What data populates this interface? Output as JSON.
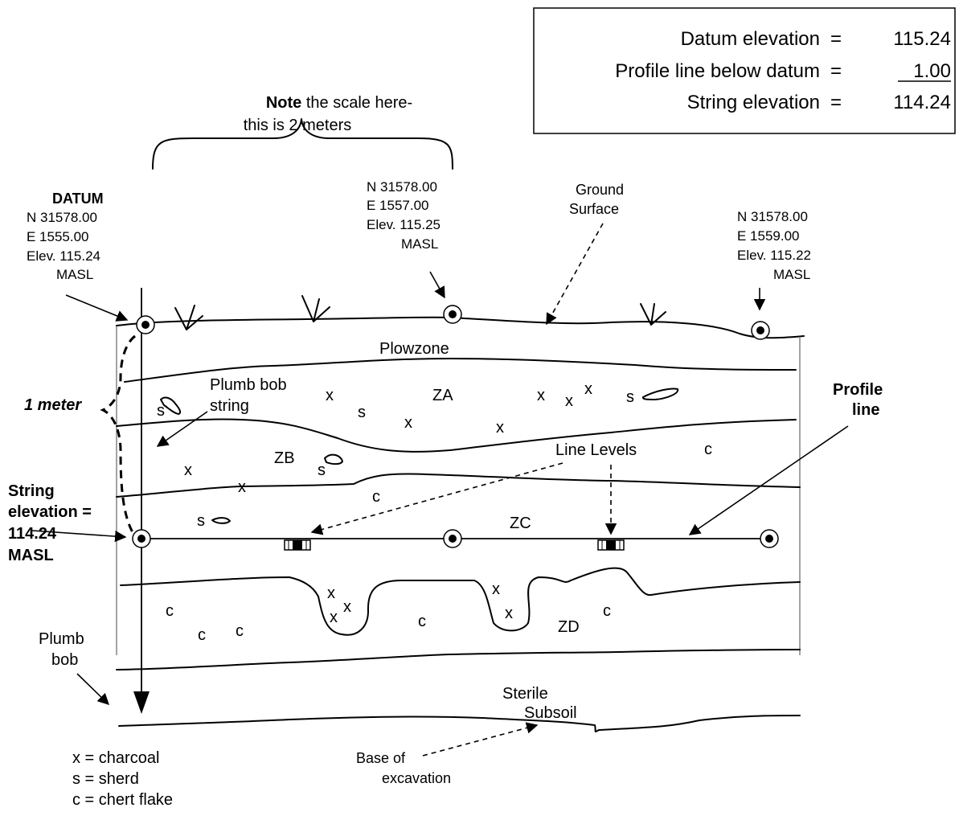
{
  "elevation_box": {
    "datum_label": "Datum elevation",
    "datum_value": "115.24",
    "below_label": "Profile line below datum",
    "below_value": "1.00",
    "string_label": "String elevation",
    "string_value": "114.24",
    "equals": "="
  },
  "scale_note": {
    "bold": "Note",
    "line1_rest": " the scale here-",
    "line2": "this is 2 meters"
  },
  "points": {
    "datum": {
      "title": "DATUM",
      "north": "N 31578.00",
      "east": "E 1555.00",
      "elev": "Elev. 115.24",
      "unit": "MASL"
    },
    "mid": {
      "north": "N 31578.00",
      "east": "E 1557.00",
      "elev": "Elev. 115.25",
      "unit": "MASL"
    },
    "right": {
      "north": "N 31578.00",
      "east": "E 1559.00",
      "elev": "Elev. 115.22",
      "unit": "MASL"
    }
  },
  "labels": {
    "ground_surface_1": "Ground",
    "ground_surface_2": "Surface",
    "one_meter": "1 meter",
    "plumb_string_1": "Plumb bob",
    "plumb_string_2": "string",
    "profile_line_1": "Profile",
    "profile_line_2": "line",
    "line_levels": "Line Levels",
    "string_elev_1": "String",
    "string_elev_2": "elevation =",
    "string_elev_3": "114.24",
    "string_elev_4": "MASL",
    "plumb_bob_1": "Plumb",
    "plumb_bob_2": "bob",
    "base_1": "Base of",
    "base_2": "excavation"
  },
  "zones": {
    "plowzone": "Plowzone",
    "za": "ZA",
    "zb": "ZB",
    "zc": "ZC",
    "zd": "ZD",
    "subsoil_1": "Sterile",
    "subsoil_2": "Subsoil"
  },
  "legend": {
    "charcoal": "x = charcoal",
    "sherd": "s = sherd",
    "chert": "c = chert flake"
  },
  "symbols": {
    "x": "x",
    "s": "s",
    "c": "c"
  }
}
